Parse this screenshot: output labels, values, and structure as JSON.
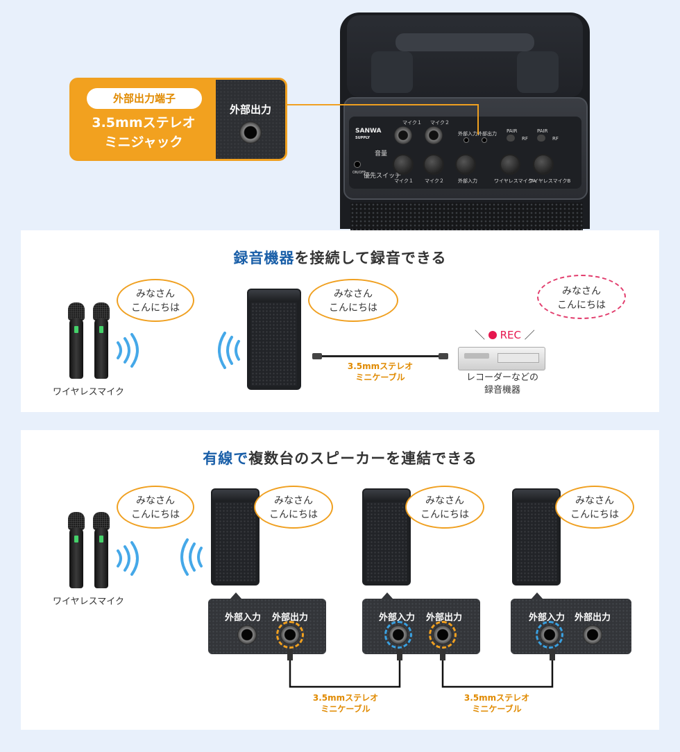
{
  "callout": {
    "pill": "外部出力端子",
    "line1": "3.5mmステレオ",
    "line2": "ミニジャック",
    "jack_label": "外部出力"
  },
  "panel": {
    "brand1": "SANWA",
    "brand2": "SUPPLY",
    "mic1": "マイク１",
    "mic2": "マイク２",
    "ext_in": "外部入力",
    "ext_out": "外部出力",
    "pair": "PAIR",
    "rf": "RF",
    "volume": "音量",
    "onoff": "ON/OFF",
    "priority": "優先スイッチ",
    "k1": "マイク１",
    "k2": "マイク２",
    "k3": "外部入力",
    "k4": "ワイヤレスマイクA",
    "k5": "ワイヤレスマイクB"
  },
  "section1": {
    "title_hl": "録音機器",
    "title_rest": "を接続して録音できる",
    "bubble_line1": "みなさん",
    "bubble_line2": "こんにちは",
    "mic_caption": "ワイヤレスマイク",
    "cable_line1": "3.5mmステレオ",
    "cable_line2": "ミニケーブル",
    "rec_left": "＼",
    "rec_text": "REC",
    "rec_right": "／",
    "recorder_line1": "レコーダーなどの",
    "recorder_line2": "録音機器"
  },
  "section2": {
    "title_hl": "有線で",
    "title_rest": "複数台のスピーカーを連結できる",
    "bubble_line1": "みなさん",
    "bubble_line2": "こんにちは",
    "mic_caption": "ワイヤレスマイク",
    "in_label": "外部入力",
    "out_label": "外部出力",
    "cable_line1": "3.5mmステレオ",
    "cable_line2": "ミニケーブル"
  }
}
